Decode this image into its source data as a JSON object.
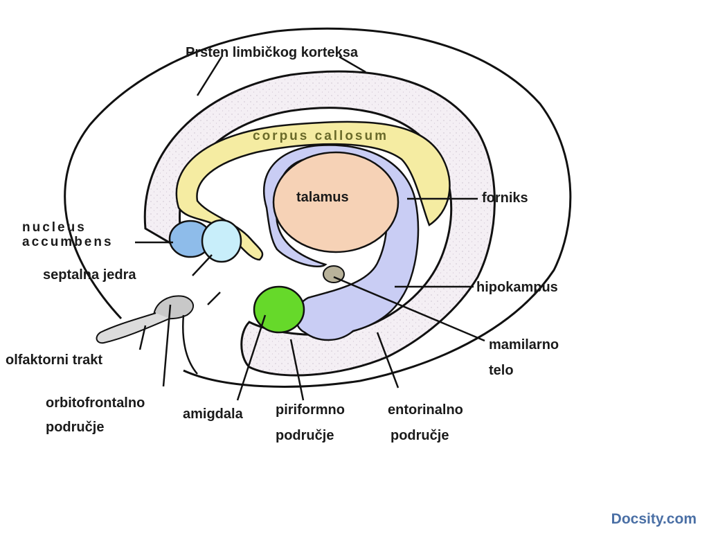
{
  "labels": {
    "limbic_ring": "Prsten limbičkog korteksa",
    "corpus_callosum": "corpus callosum",
    "thalamus": "talamus",
    "fornix": "forniks",
    "nucleus_line1": "nucleus",
    "nucleus_line2": "accumbens",
    "septal_nuclei": "septalna jedra",
    "hippocampus": "hipokampus",
    "mammillary_line1": "mamilarno",
    "mammillary_line2": "telo",
    "olfactory_tract": "olfaktorni trakt",
    "orbitofrontal_line1": "orbitofrontalno",
    "orbitofrontal_line2": "područje",
    "amygdala": "amigdala",
    "piriform_line1": "piriformno",
    "piriform_line2": "područje",
    "entorhinal_line1": "entorinalno",
    "entorhinal_line2": "područje"
  },
  "watermark": "Docsity.com",
  "colors": {
    "corpus_callosum": "#f5eca2",
    "thalamus": "#f6d2b6",
    "hippocampus_fornix": "#c9cdf4",
    "nucleus_accumbens": "#8ebcea",
    "septal_nuclei": "#c8eefa",
    "amygdala": "#66d92a",
    "mammillary_body": "#b8b29a",
    "olfactory_bulb": "#c8c8c8",
    "limbic_cortex_fill": "#f3eef3",
    "watermark": "#4a6fa5"
  }
}
